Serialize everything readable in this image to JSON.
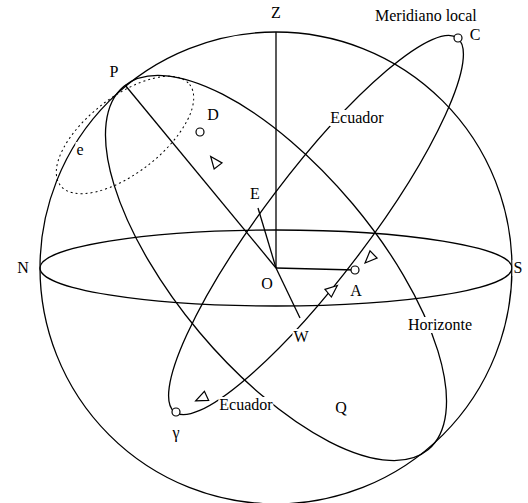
{
  "diagram": {
    "labels": [
      "Z",
      "Meridiano local",
      "P",
      "D",
      "Ecuador",
      "C",
      "e",
      "E",
      "N",
      "O",
      "A",
      "S",
      "Horizonte",
      "W",
      "Ecuador",
      "Q",
      "γ"
    ]
  }
}
